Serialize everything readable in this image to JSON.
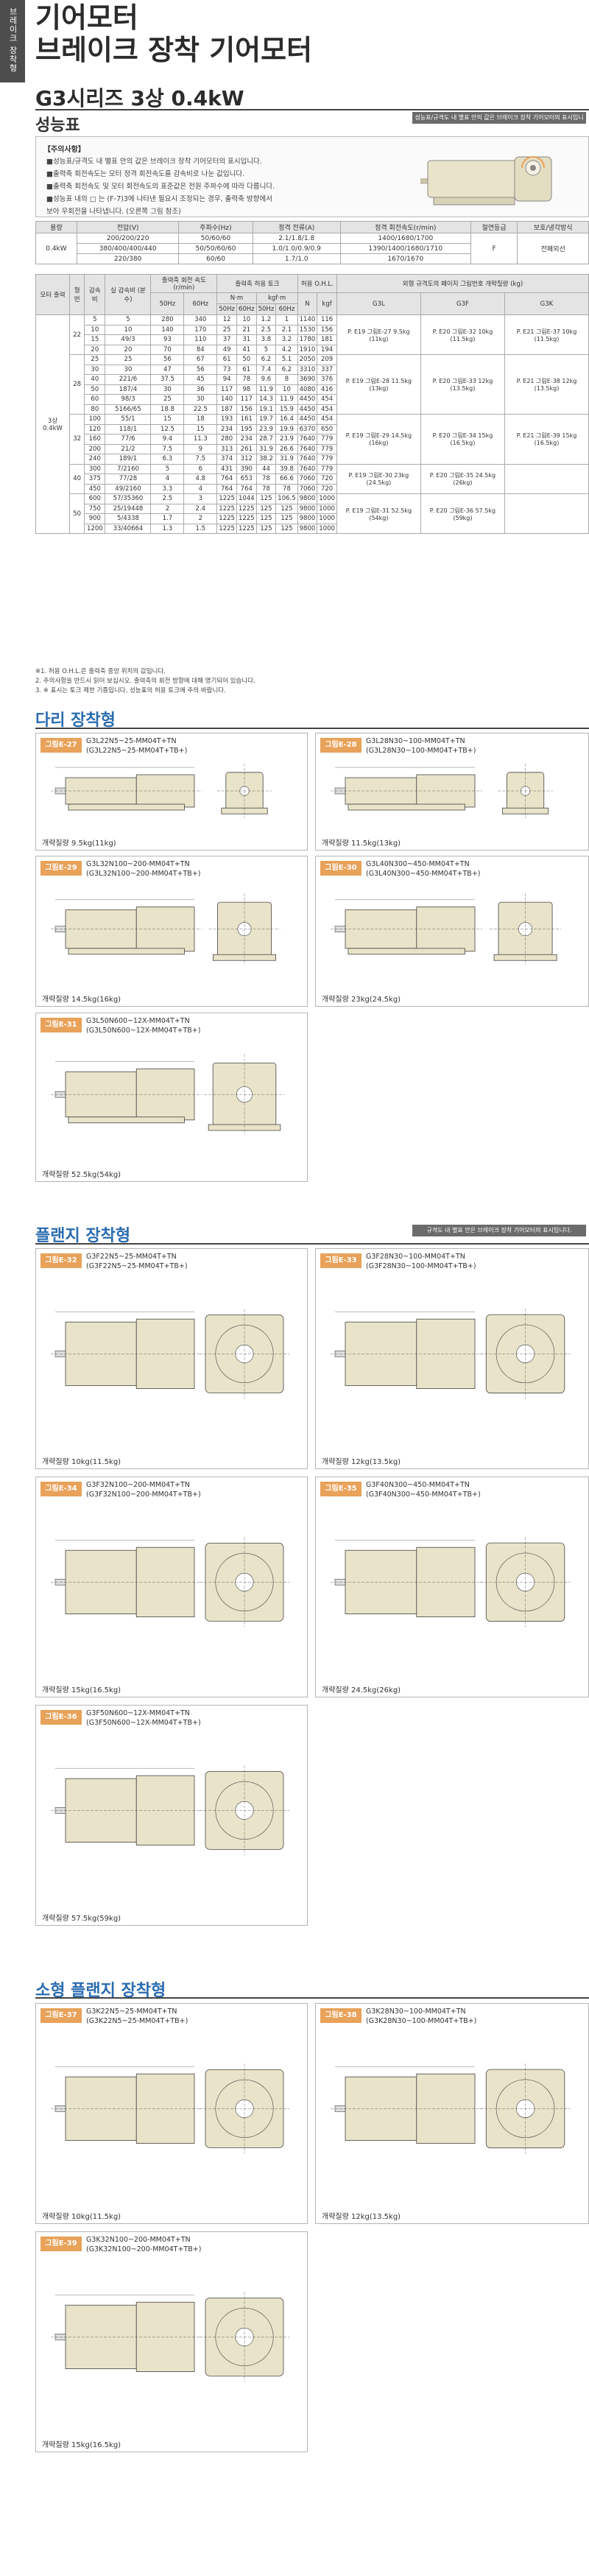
{
  "header": {
    "tab_label": "브레이크 장착형",
    "title_line1": "기어모터",
    "title_line2": "브레이크 장착 기어모터",
    "subtitle": "G3시리즈 3상 0.4kW"
  },
  "performance": {
    "section_title": "성능표",
    "right_note": "성능표/규격도 내 별표 안의 값은 브레이크 장착 기어모터의 표시입니다.",
    "notes_title": "【주의사항】",
    "notes": [
      "■성능표/규격도 내 별표 안의 값은 브레이크 장착 기어모터의 표시입니다.",
      "■출력축 회전속도는 모터 정격 회전속도를 감속비로 나눈 값입니다.",
      "■출력축 회전속도 및 모터 회전속도의 표준값은 전원 주파수에 따라 다릅니다.",
      "■성능표 내의 □ 는 (F-7)3에 나타낸 필요시 조정되는 경우, 출력축 방향에서",
      "  보아 우회전을 나타냅니다. (오른쪽 그림 참조)"
    ],
    "spec_headers": [
      "용량",
      "전압(V)",
      "주파수(Hz)",
      "정격 전류(A)",
      "정격 회전속도(r/min)",
      "절연등급",
      "보호/냉각방식"
    ],
    "spec_rows": [
      [
        "0.4kW",
        "200/200/220",
        "50/60/60",
        "2.1/1.8/1.8",
        "1400/1680/1700",
        "F",
        "전폐외선"
      ],
      [
        "",
        "380/400/400/440",
        "50/50/60/60",
        "1.0/1.0/0.9/0.9",
        "1390/1400/1680/1710",
        "",
        ""
      ],
      [
        "",
        "220/380",
        "60/60",
        "1.7/1.0",
        "1670/1670",
        "",
        ""
      ]
    ],
    "ratio_headers": {
      "h1": [
        "모터 출력",
        "형번",
        "감속비",
        "실 감속비 (분수)",
        "출력축 회전 속도(r/min)",
        "",
        "출력축 허용 토크",
        "",
        "",
        "",
        "허용 O.H.L.",
        "",
        "외형 규격도의 페이지 그림번호 개략질량 (kg)",
        "",
        ""
      ],
      "h2": [
        "",
        "",
        "",
        "",
        "50Hz",
        "60Hz",
        "N·m",
        "",
        "kgf·m",
        "",
        "N",
        "kgf",
        "G3L",
        "G3F",
        "G3K"
      ],
      "h3": [
        "",
        "",
        "",
        "",
        "",
        "",
        "50Hz",
        "60Hz",
        "50Hz",
        "60Hz",
        "",
        "",
        "",
        "",
        ""
      ]
    },
    "ratio_rows": [
      [
        "3상 0.4kW",
        "22",
        "5",
        "5",
        "280",
        "340",
        "12",
        "10",
        "1.2",
        "1",
        "1140",
        "116"
      ],
      [
        "",
        "",
        "10",
        "10",
        "140",
        "170",
        "25",
        "21",
        "2.5",
        "2.1",
        "1530",
        "156"
      ],
      [
        "",
        "",
        "15",
        "49/3",
        "93",
        "110",
        "37",
        "31",
        "3.8",
        "3.2",
        "1780",
        "181"
      ],
      [
        "",
        "",
        "20",
        "20",
        "70",
        "84",
        "49",
        "41",
        "5",
        "4.2",
        "1910",
        "194"
      ],
      [
        "",
        "28",
        "25",
        "25",
        "56",
        "67",
        "61",
        "50",
        "6.2",
        "5.1",
        "2050",
        "209"
      ],
      [
        "",
        "",
        "30",
        "30",
        "47",
        "56",
        "73",
        "61",
        "7.4",
        "6.2",
        "3310",
        "337"
      ],
      [
        "",
        "",
        "40",
        "221/6",
        "37.5",
        "45",
        "94",
        "78",
        "9.6",
        "8",
        "3690",
        "376"
      ],
      [
        "",
        "",
        "50",
        "187/4",
        "30",
        "36",
        "117",
        "98",
        "11.9",
        "10",
        "4080",
        "416"
      ],
      [
        "",
        "",
        "60",
        "98/3",
        "25",
        "30",
        "140",
        "117",
        "14.3",
        "11.9",
        "4450",
        "454"
      ],
      [
        "",
        "",
        "80",
        "5166/65",
        "18.8",
        "22.5",
        "187",
        "156",
        "19.1",
        "15.9",
        "4450",
        "454"
      ],
      [
        "",
        "32",
        "100",
        "55/1",
        "15",
        "18",
        "193",
        "161",
        "19.7",
        "16.4",
        "4450",
        "454"
      ],
      [
        "",
        "",
        "120",
        "118/1",
        "12.5",
        "15",
        "234",
        "195",
        "23.9",
        "19.9",
        "6370",
        "650"
      ],
      [
        "",
        "",
        "160",
        "77/6",
        "9.4",
        "11.3",
        "280",
        "234",
        "28.7",
        "23.9",
        "7640",
        "779"
      ],
      [
        "",
        "",
        "200",
        "21/2",
        "7.5",
        "9",
        "313",
        "261",
        "31.9",
        "26.6",
        "7640",
        "779"
      ],
      [
        "",
        "",
        "240",
        "189/1",
        "6.3",
        "7.5",
        "374",
        "312",
        "38.2",
        "31.9",
        "7640",
        "779"
      ],
      [
        "",
        "40",
        "300",
        "7/2160",
        "5",
        "6",
        "431",
        "390",
        "44",
        "39.8",
        "7640",
        "779"
      ],
      [
        "",
        "",
        "375",
        "77/28",
        "4",
        "4.8",
        "764",
        "653",
        "78",
        "66.6",
        "7060",
        "720"
      ],
      [
        "",
        "",
        "450",
        "49/2160",
        "3.3",
        "4",
        "764",
        "764",
        "78",
        "78",
        "7060",
        "720"
      ],
      [
        "",
        "50",
        "600",
        "57/35360",
        "2.5",
        "3",
        "1225",
        "1044",
        "125",
        "106.5",
        "9800",
        "1000"
      ],
      [
        "",
        "",
        "750",
        "25/19448",
        "2",
        "2.4",
        "1225",
        "1225",
        "125",
        "125",
        "9800",
        "1000"
      ],
      [
        "",
        "",
        "900",
        "5/4338",
        "1.7",
        "2",
        "1225",
        "1225",
        "125",
        "125",
        "9800",
        "1000"
      ],
      [
        "",
        "",
        "1200",
        "33/40664",
        "1.3",
        "1.5",
        "1225",
        "1225",
        "125",
        "125",
        "9800",
        "1000"
      ]
    ],
    "fig_refs": [
      "P. E19 그림E-27 9.5kg (11kg)",
      "P. E20 그림E-32 10kg (11.5kg)",
      "P. E21 그림E-37 10kg (11.5kg)",
      "P. E19 그림E-28 11.5kg (13kg)",
      "P. E20 그림E-33 12kg (13.5kg)",
      "P. E21 그림E-38 12kg (13.5kg)",
      "P. E19 그림E-29 14.5kg (16kg)",
      "P. E20 그림E-34 15kg (16.5kg)",
      "P. E21 그림E-39 15kg (16.5kg)",
      "P. E19 그림E-30 23kg (24.5kg)",
      "P. E20 그림E-35 24.5kg (26kg)",
      "P. E19 그림E-31 52.5kg (54kg)",
      "P. E20 그림E-36 57.5kg (59kg)"
    ],
    "foot_notes": [
      "※1. 허용 O.H.L.은 출력축 중앙 위치의 값입니다.",
      "2. 주의사항을 반드시 읽어 보십시오. 출력축의 회전 방향에 대해 명기되어 있습니다.",
      "3. ※ 표시는 토크 제한 기종입니다. 성능표의 허용 토크에 주의 바랍니다."
    ]
  },
  "sections": [
    {
      "title": "다리 장착형"
    },
    {
      "title": "플랜지 장착형",
      "note": "규격도 내 별표 안은 브레이크 장착 기어모터의 표시입니다."
    },
    {
      "title": "소형 플랜지 장착형"
    }
  ],
  "figures": [
    {
      "tag": "그림E-27",
      "m1": "G3L22N5~25-MM04T+TN",
      "m2": "(G3L22N5~25-MM04T+TB+)",
      "w_label": "개략질량",
      "w": "9.5kg(11kg)"
    },
    {
      "tag": "그림E-28",
      "m1": "G3L28N30~100-MM04T+TN",
      "m2": "(G3L28N30~100-MM04T+TB+)",
      "w_label": "개략질량",
      "w": "11.5kg(13kg)"
    },
    {
      "tag": "그림E-29",
      "m1": "G3L32N100~200-MM04T+TN",
      "m2": "(G3L32N100~200-MM04T+TB+)",
      "w_label": "개략질량",
      "w": "14.5kg(16kg)"
    },
    {
      "tag": "그림E-30",
      "m1": "G3L40N300~450-MM04T+TN",
      "m2": "(G3L40N300~450-MM04T+TB+)",
      "w_label": "개략질량",
      "w": "23kg(24.5kg)"
    },
    {
      "tag": "그림E-31",
      "m1": "G3L50N600~12X-MM04T+TN",
      "m2": "(G3L50N600~12X-MM04T+TB+)",
      "w_label": "개략질량",
      "w": "52.5kg(54kg)"
    },
    {
      "tag": "그림E-32",
      "m1": "G3F22N5~25-MM04T+TN",
      "m2": "(G3F22N5~25-MM04T+TB+)",
      "w_label": "개략질량",
      "w": "10kg(11.5kg)"
    },
    {
      "tag": "그림E-33",
      "m1": "G3F28N30~100-MM04T+TN",
      "m2": "(G3F28N30~100-MM04T+TB+)",
      "w_label": "개략질량",
      "w": "12kg(13.5kg)"
    },
    {
      "tag": "그림E-34",
      "m1": "G3F32N100~200-MM04T+TN",
      "m2": "(G3F32N100~200-MM04T+TB+)",
      "w_label": "개략질량",
      "w": "15kg(16.5kg)"
    },
    {
      "tag": "그림E-35",
      "m1": "G3F40N300~450-MM04T+TN",
      "m2": "(G3F40N300~450-MM04T+TB+)",
      "w_label": "개략질량",
      "w": "24.5kg(26kg)"
    },
    {
      "tag": "그림E-36",
      "m1": "G3F50N600~12X-MM04T+TN",
      "m2": "(G3F50N600~12X-MM04T+TB+)",
      "w_label": "개략질량",
      "w": "57.5kg(59kg)"
    },
    {
      "tag": "그림E-37",
      "m1": "G3K22N5~25-MM04T+TN",
      "m2": "(G3K22N5~25-MM04T+TB+)",
      "w_label": "개략질량",
      "w": "10kg(11.5kg)"
    },
    {
      "tag": "그림E-38",
      "m1": "G3K28N30~100-MM04T+TN",
      "m2": "(G3K28N30~100-MM04T+TB+)",
      "w_label": "개략질량",
      "w": "12kg(13.5kg)"
    },
    {
      "tag": "그림E-39",
      "m1": "G3K32N100~200-MM04T+TN",
      "m2": "(G3K32N100~200-MM04T+TB+)",
      "w_label": "개략질량",
      "w": "15kg(16.5kg)"
    }
  ],
  "colors": {
    "accent": "#e8a25a",
    "motor_fill": "#e9e3c9",
    "line": "#444444",
    "section_blue": "#2b6cb0"
  }
}
